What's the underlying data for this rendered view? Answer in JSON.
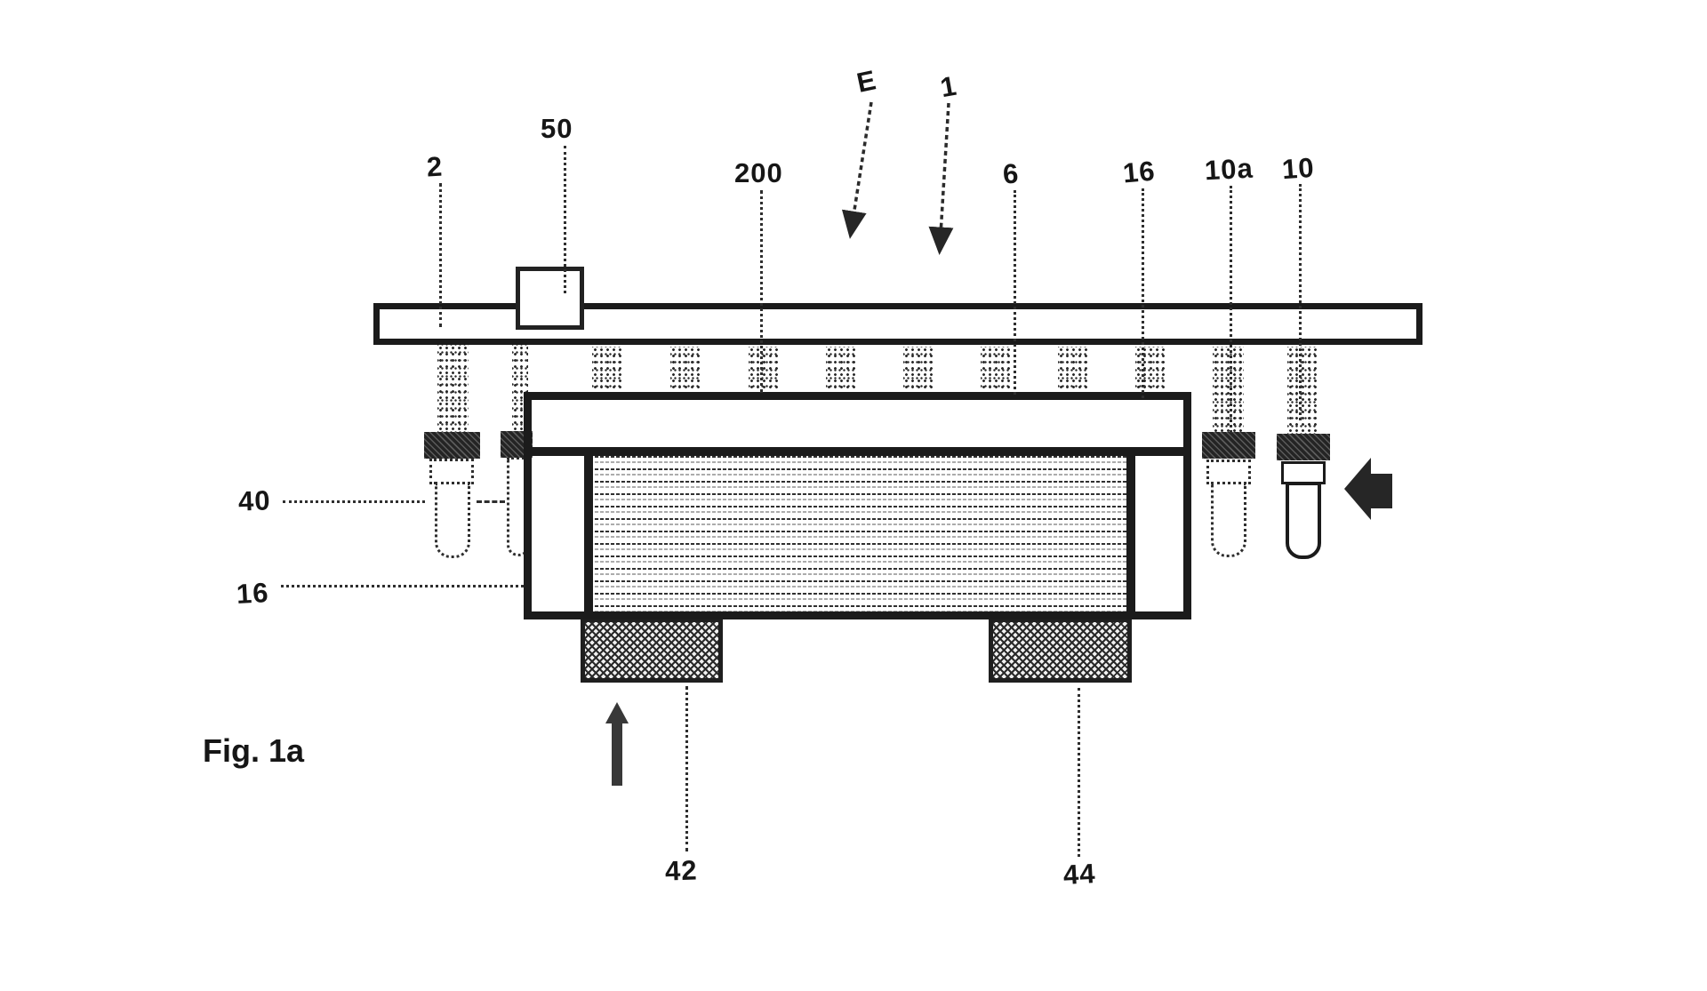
{
  "figure": {
    "caption": "Fig. 1a",
    "labels": {
      "l2": "2",
      "l50": "50",
      "l200": "200",
      "lE": "E",
      "l1": "1",
      "l6": "6",
      "l16_top": "16",
      "l10a": "10a",
      "l10": "10",
      "l40": "40",
      "l16_left": "16",
      "l42": "42",
      "l44": "44"
    }
  },
  "colors": {
    "ink": "#1b1b1b",
    "paper": "#ffffff"
  }
}
